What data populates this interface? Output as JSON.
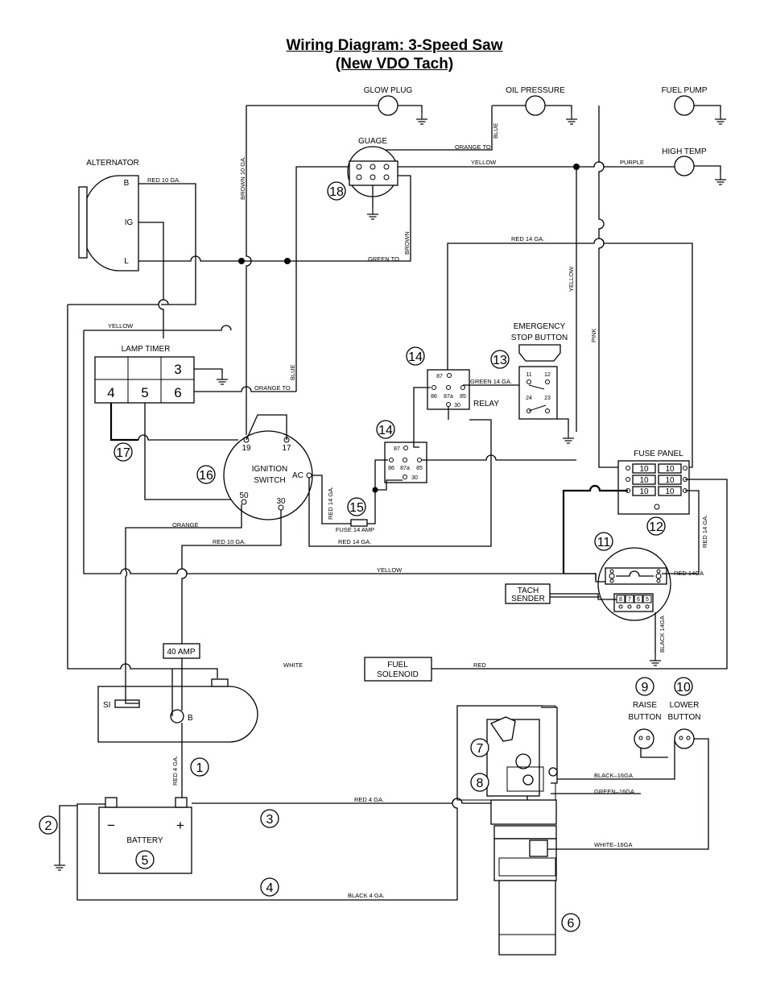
{
  "title": {
    "line1": "Wiring Diagram: 3-Speed Saw",
    "line2": "(New VDO Tach)"
  },
  "components": {
    "glow_plug": "GLOW PLUG",
    "oil_pressure": "OIL PRESSURE",
    "fuel_pump": "FUEL PUMP",
    "high_temp": "HIGH TEMP",
    "alternator": "ALTERNATOR",
    "guage": "GUAGE",
    "lamp_timer": "LAMP TIMER",
    "emergency_stop_1": "EMERGENCY",
    "emergency_stop_2": "STOP BUTTON",
    "relay": "RELAY",
    "ignition_switch_1": "IGNITION",
    "ignition_switch_2": "SWITCH",
    "fuse_panel": "FUSE PANEL",
    "fuse_14": "FUSE 14 AMP",
    "amp_40": "40 AMP",
    "fuel_solenoid_1": "FUEL",
    "fuel_solenoid_2": "SOLENOID",
    "tach_sender_1": "TACH",
    "tach_sender_2": "SENDER",
    "battery": "BATTERY",
    "raise_button_1": "RAISE",
    "raise_button_2": "BUTTON",
    "lower_button_1": "LOWER",
    "lower_button_2": "BUTTON"
  },
  "terminals": {
    "alt_b": "B",
    "alt_ig": "IG",
    "alt_l": "L",
    "timer": [
      "3",
      "4",
      "5",
      "6"
    ],
    "relay_upper": [
      "87",
      "86",
      "87a",
      "85",
      "30"
    ],
    "relay_lower": [
      "87",
      "86",
      "87a",
      "85",
      "30"
    ],
    "estop": [
      "11",
      "12",
      "24",
      "23"
    ],
    "ignition": [
      "19",
      "17",
      "AC",
      "50",
      "30"
    ],
    "fuses": [
      "10",
      "10",
      "10",
      "10",
      "10",
      "10"
    ],
    "starter_si": "SI",
    "starter_b": "B",
    "battery_minus": "−",
    "battery_plus": "+",
    "tach_pins": [
      "8",
      "7",
      "6",
      "5"
    ]
  },
  "wires": {
    "red_10_alt": "RED 10 GA.",
    "brown_10": "BROWN 10 GA.",
    "orange_to_top": "ORANGE TO",
    "blue_top": "BLUE",
    "yellow_guage": "YELLOW",
    "purple": "PURPLE",
    "red_14_top": "RED 14 GA.",
    "brown_guage": "BROWN",
    "green_to": "GREEN TO",
    "yellow_vert": "YELLOW",
    "pink": "PINK",
    "yellow_left": "YELLOW",
    "orange_to_timer": "ORANGE TO",
    "blue_timer": "BLUE",
    "green_14": "GREEN 14 GA.",
    "red_14_fuse": "RED 14 GA.",
    "orange": "ORANGE",
    "red_10_ign": "RED 10 GA.",
    "red_14_low": "RED 14 GA.",
    "yellow_low": "YELLOW",
    "red_14ga_tach": "RED 14GA",
    "red_14_right": "RED 14 GA.",
    "black_14ga": "BLACK 14GA",
    "white": "WHITE",
    "red": "RED",
    "red_4_vert": "RED 4 GA.",
    "red_4_horz": "RED 4 GA.",
    "black_4": "BLACK 4 GA.",
    "black_16": "BLACK–16GA",
    "green_16": "GREEN–16GA",
    "white_16": "WHITE–16GA"
  },
  "callouts": [
    "1",
    "2",
    "3",
    "4",
    "5",
    "6",
    "7",
    "8",
    "9",
    "10",
    "11",
    "12",
    "14",
    "13",
    "14",
    "15",
    "16",
    "17",
    "18"
  ]
}
